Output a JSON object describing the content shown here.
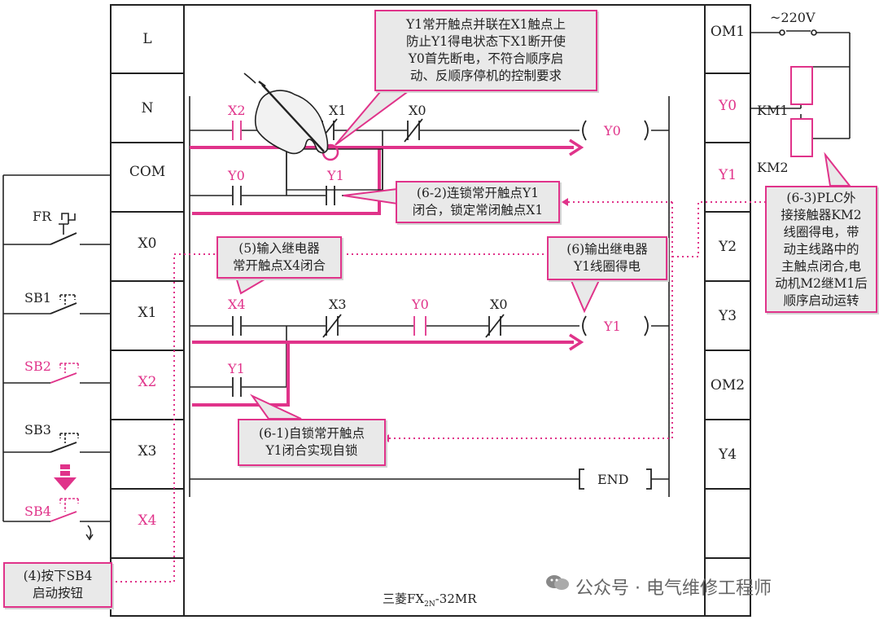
{
  "plc_left_terminals": [
    {
      "label": "L",
      "highlight": false
    },
    {
      "label": "N",
      "highlight": false
    },
    {
      "label": "COM",
      "highlight": false
    },
    {
      "label": "X0",
      "highlight": false
    },
    {
      "label": "X1",
      "highlight": false
    },
    {
      "label": "X2",
      "highlight": true
    },
    {
      "label": "X3",
      "highlight": false
    },
    {
      "label": "X4",
      "highlight": true
    }
  ],
  "plc_right_terminals": [
    {
      "label": "OM1",
      "highlight": false
    },
    {
      "label": "Y0",
      "highlight": true
    },
    {
      "label": "Y1",
      "highlight": true
    },
    {
      "label": "Y2",
      "highlight": false
    },
    {
      "label": "Y3",
      "highlight": false
    },
    {
      "label": "OM2",
      "highlight": false
    },
    {
      "label": "Y4",
      "highlight": false
    }
  ],
  "switches": {
    "fr": "FR",
    "sb1": "SB1",
    "sb2": "SB2",
    "sb3": "SB3",
    "sb4": "SB4"
  },
  "power": {
    "voltage": "~220V"
  },
  "contactors": {
    "km1": "KM1",
    "km2": "KM2"
  },
  "ladder": {
    "rung1": {
      "c1": "X2",
      "c2": "X1",
      "c3": "X0",
      "coil": "Y0",
      "branch": "Y0",
      "branch2": "Y1"
    },
    "rung2": {
      "c1": "X4",
      "c2": "X3",
      "c3": "Y0",
      "c4": "X0",
      "coil": "Y1",
      "branch": "Y1"
    },
    "end": "END"
  },
  "model": {
    "prefix": "三菱FX",
    "sub": "2N",
    "suffix": "-32MR"
  },
  "callouts": {
    "top": "Y1常开触点并联在X1触点上\n防止Y1得电状态下X1断开使\nY0首先断电，不符合顺序启\n动、反顺序停机的控制要求",
    "c62": "(6-2)连锁常开触点Y1\n闭合，锁定常闭触点X1",
    "c5": "(5)输入继电器\n常开触点X4闭合",
    "c6": "(6)输出继电器\nY1线圈得电",
    "c61": "(6-1)自锁常开触点\nY1闭合实现自锁",
    "c63": "(6-3)PLC外\n接接触器KM2\n线圈得电，带\n动主线路中的\n主触点闭合,电\n动机M2继M1后\n顺序启动运转",
    "c4": "(4)按下SB4\n启动按钮"
  },
  "watermark": "公众号 · 电气维修工程师"
}
